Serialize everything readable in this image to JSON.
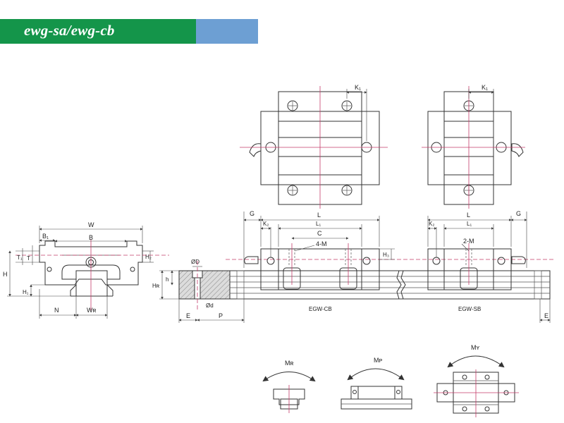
{
  "header": {
    "title": "ewg-sa/ewg-cb",
    "green": "#14954a",
    "blue": "#6d9fd3"
  },
  "labels": {
    "W": "W",
    "B": "B",
    "B1": "B₁",
    "T": "T",
    "T1": "T₁",
    "H": "H",
    "H1": "H₁",
    "H2": "H₂",
    "N": "N",
    "WR": "Wʀ",
    "OD": "ØD",
    "h": "h",
    "Od": "Ød",
    "HR": "Hʀ",
    "E_left": "E",
    "P": "P",
    "G_left": "G",
    "L_cb": "L",
    "K2_cb": "K₂",
    "L1_cb": "L₁",
    "C": "C",
    "4M": "4-M",
    "H3": "H₃",
    "K1_top_left": "K₁",
    "K1_top_right": "K₁",
    "L_sb": "L",
    "G_right": "G",
    "K2_sb": "K₂",
    "L1_sb": "L₁",
    "2M": "2-M",
    "EGW_CB": "EGW-CB",
    "EGW_SB": "EGW-SB",
    "E_right": "E",
    "MR": "Mʀ",
    "MP": "Mᴘ",
    "MY": "Mʏ"
  }
}
